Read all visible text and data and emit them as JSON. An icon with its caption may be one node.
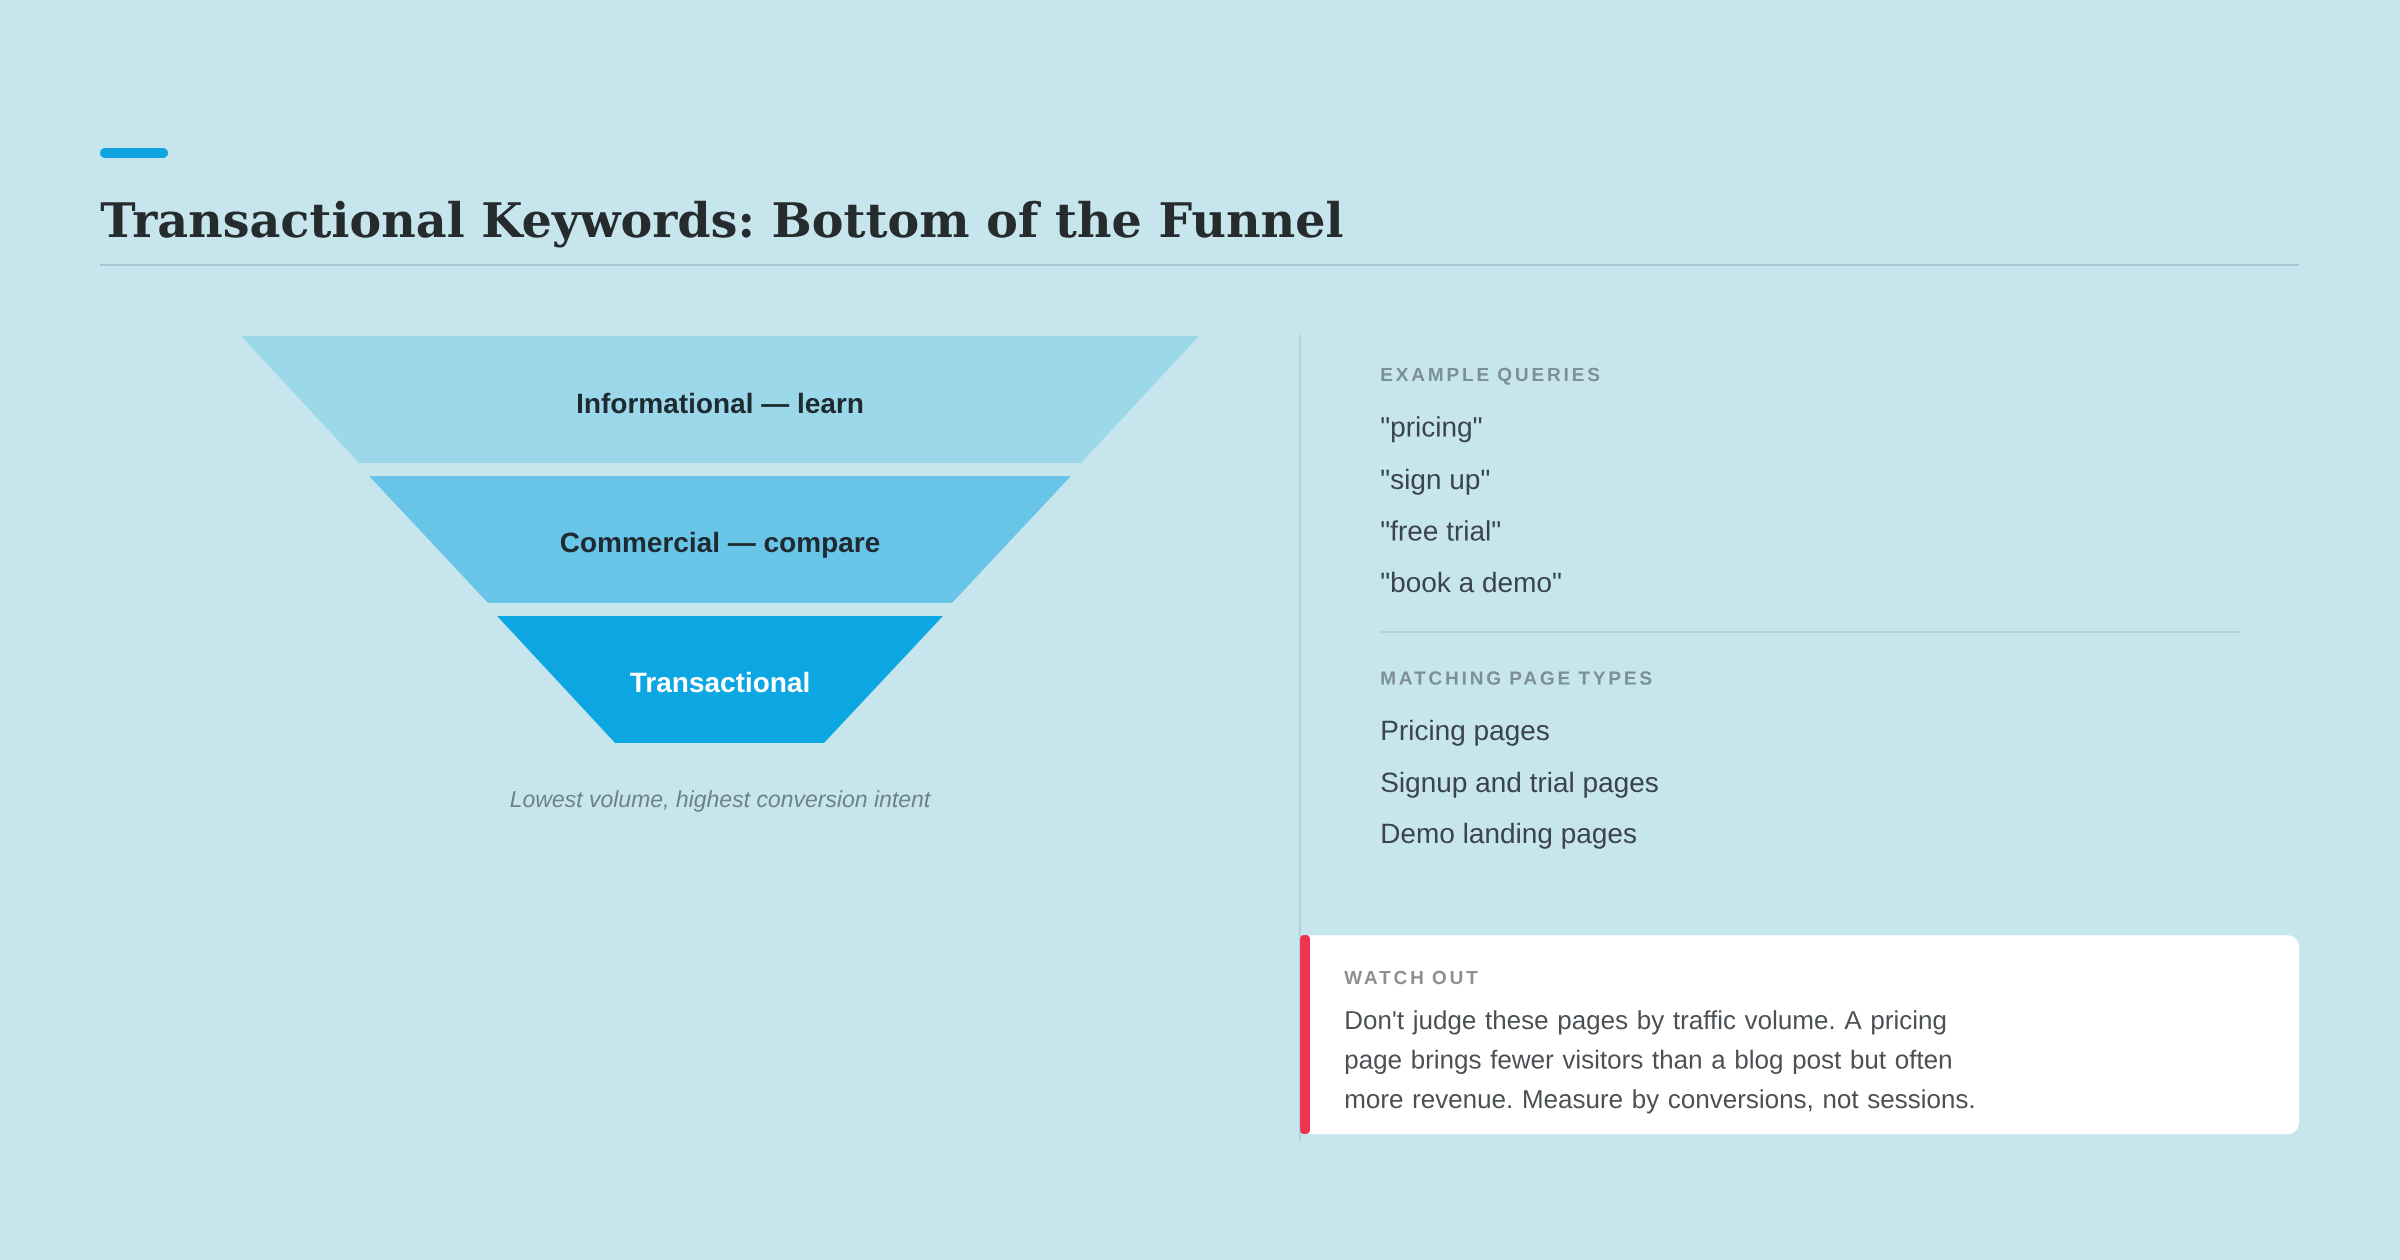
{
  "diagram": {
    "title": "Transactional Keywords: Bottom of the Funnel",
    "nodes": [
      {
        "text": [
          "Informational — learn"
        ]
      },
      {
        "text": [
          "Commercial — compare"
        ]
      },
      {
        "text": [
          "Transactional"
        ]
      },
      {
        "text": [
          "WATCH OUT",
          "Don't judge these pages by traffic volume. A pricing page brings fewer visitors than a blog post but often more revenue. Measure by conversions, not sessions."
        ]
      }
    ],
    "labels": [
      "Lowest volume, highest conversion intent",
      "EXAMPLE QUERIES",
      "\"pricing\"",
      "\"sign up\"",
      "\"free trial\"",
      "\"book a demo\"",
      "MATCHING PAGE TYPES",
      "Pricing pages",
      "Signup and trial pages",
      "Demo landing pages"
    ]
  }
}
